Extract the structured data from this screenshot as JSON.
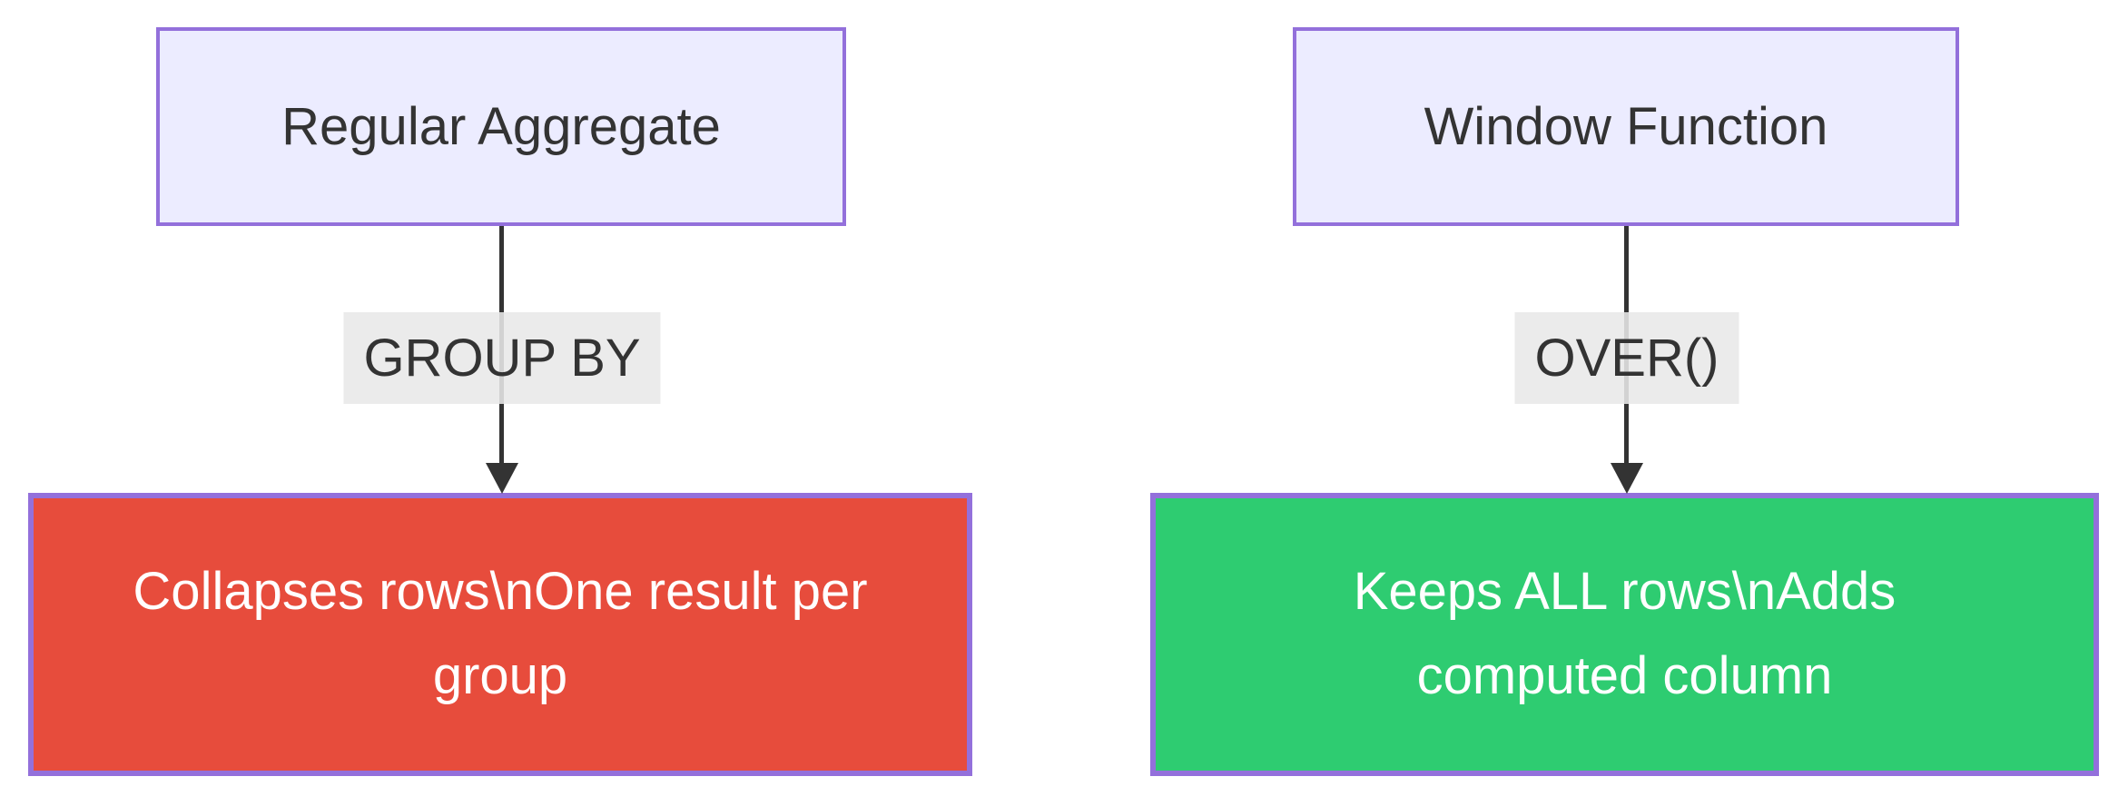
{
  "diagram": {
    "colors": {
      "background": "#ffffff",
      "node_fill": "#ECECFF",
      "node_border": "#9370DB",
      "red_fill": "#E74C3C",
      "green_fill": "#2ECC71",
      "label_bg": "#E8E8E8",
      "text_dark": "#333333",
      "text_light": "#ffffff",
      "arrow": "#333333"
    },
    "left_flow": {
      "source": {
        "label": "Regular Aggregate"
      },
      "edge": {
        "label": "GROUP BY"
      },
      "target": {
        "label": "Collapses rows\\nOne result per group"
      }
    },
    "right_flow": {
      "source": {
        "label": "Window Function"
      },
      "edge": {
        "label": "OVER()"
      },
      "target": {
        "label": "Keeps ALL rows\\nAdds computed column"
      }
    }
  }
}
